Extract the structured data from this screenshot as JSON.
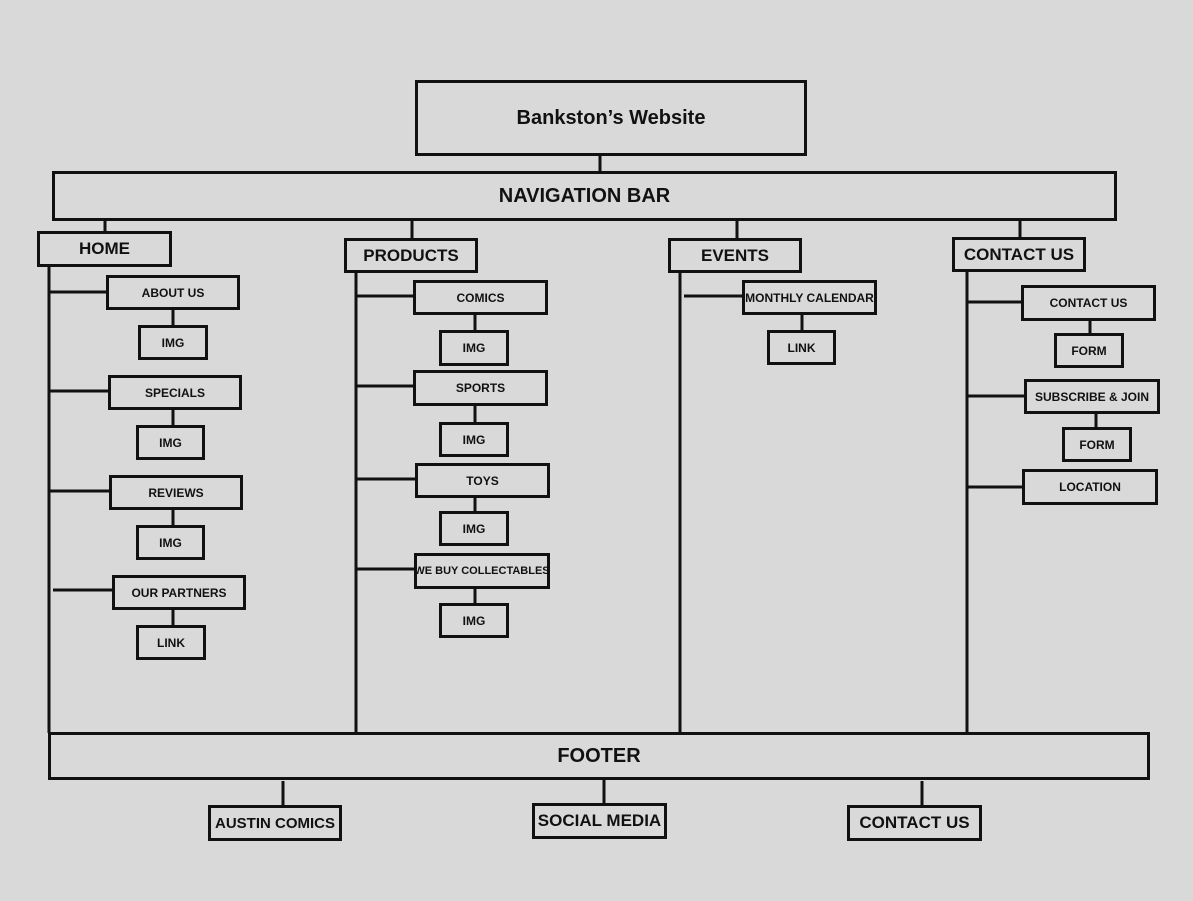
{
  "site_title": "Bankston’s Website",
  "nav_bar": "NAVIGATION BAR",
  "footer": "FOOTER",
  "sections": {
    "home": {
      "label": "HOME",
      "items": [
        {
          "label": "ABOUT US",
          "child": "IMG"
        },
        {
          "label": "SPECIALS",
          "child": "IMG"
        },
        {
          "label": "REVIEWS",
          "child": "IMG"
        },
        {
          "label": "OUR PARTNERS",
          "child": "LINK"
        }
      ]
    },
    "products": {
      "label": "PRODUCTS",
      "items": [
        {
          "label": "COMICS",
          "child": "IMG"
        },
        {
          "label": "SPORTS",
          "child": "IMG"
        },
        {
          "label": "TOYS",
          "child": "IMG"
        },
        {
          "label": "WE BUY COLLECTABLES",
          "child": "IMG"
        }
      ]
    },
    "events": {
      "label": "EVENTS",
      "items": [
        {
          "label": "MONTHLY CALENDAR",
          "child": "LINK"
        }
      ]
    },
    "contact": {
      "label": "CONTACT US",
      "items": [
        {
          "label": "CONTACT US",
          "child": "FORM"
        },
        {
          "label": "SUBSCRIBE & JOIN",
          "child": "FORM"
        },
        {
          "label": "LOCATION"
        }
      ]
    }
  },
  "footer_links": [
    "AUSTIN COMICS",
    "SOCIAL MEDIA",
    "CONTACT US"
  ]
}
